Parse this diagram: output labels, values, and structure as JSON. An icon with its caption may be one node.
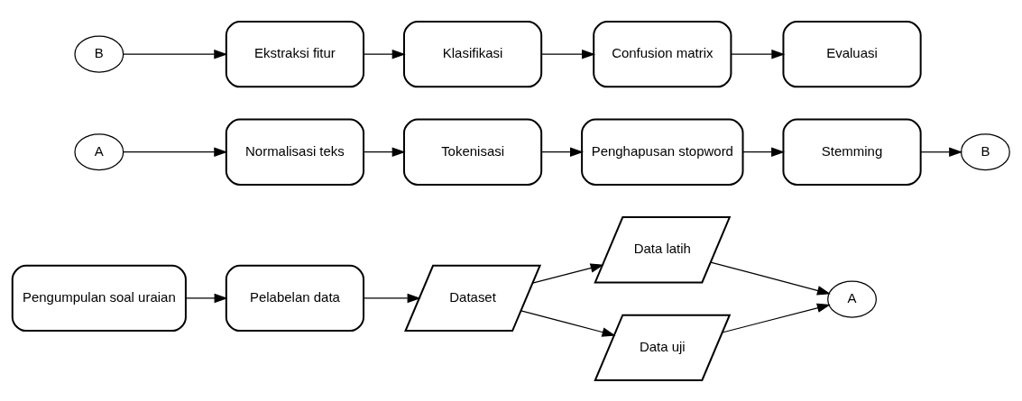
{
  "diagram": {
    "nodes": [
      {
        "text": [
          "Pengumpulan soal uraian"
        ]
      },
      {
        "text": [
          "Pelabelan data"
        ]
      },
      {
        "text": [
          "Dataset"
        ]
      },
      {
        "text": [
          "Data latih"
        ]
      },
      {
        "text": [
          "Data uji"
        ]
      },
      {
        "text": [
          "A"
        ]
      },
      {
        "text": [
          "A"
        ]
      },
      {
        "text": [
          "Normalisasi teks"
        ]
      },
      {
        "text": [
          "Tokenisasi"
        ]
      },
      {
        "text": [
          "Penghapusan stopword"
        ]
      },
      {
        "text": [
          "Stemming"
        ]
      },
      {
        "text": [
          "B"
        ]
      },
      {
        "text": [
          "B"
        ]
      },
      {
        "text": [
          "Ekstraksi fitur"
        ]
      },
      {
        "text": [
          "Klasifikasi"
        ]
      },
      {
        "text": [
          "Confusion matrix"
        ]
      },
      {
        "text": [
          "Evaluasi"
        ]
      }
    ],
    "edges": [
      {
        "from": 0,
        "to": 1,
        "arrow": "to"
      },
      {
        "from": 1,
        "to": 2,
        "arrow": "to"
      },
      {
        "from": 2,
        "to": 3,
        "arrow": "to"
      },
      {
        "from": 2,
        "to": 4,
        "arrow": "to"
      },
      {
        "from": 3,
        "to": 5,
        "arrow": "to"
      },
      {
        "from": 4,
        "to": 5,
        "arrow": "to"
      },
      {
        "from": 6,
        "to": 7,
        "arrow": "to"
      },
      {
        "from": 7,
        "to": 8,
        "arrow": "to"
      },
      {
        "from": 8,
        "to": 9,
        "arrow": "to"
      },
      {
        "from": 9,
        "to": 10,
        "arrow": "to"
      },
      {
        "from": 10,
        "to": 11,
        "arrow": "to"
      },
      {
        "from": 12,
        "to": 13,
        "arrow": "to"
      },
      {
        "from": 13,
        "to": 14,
        "arrow": "to"
      },
      {
        "from": 14,
        "to": 15,
        "arrow": "to"
      },
      {
        "from": 15,
        "to": 16,
        "arrow": "to"
      }
    ]
  }
}
